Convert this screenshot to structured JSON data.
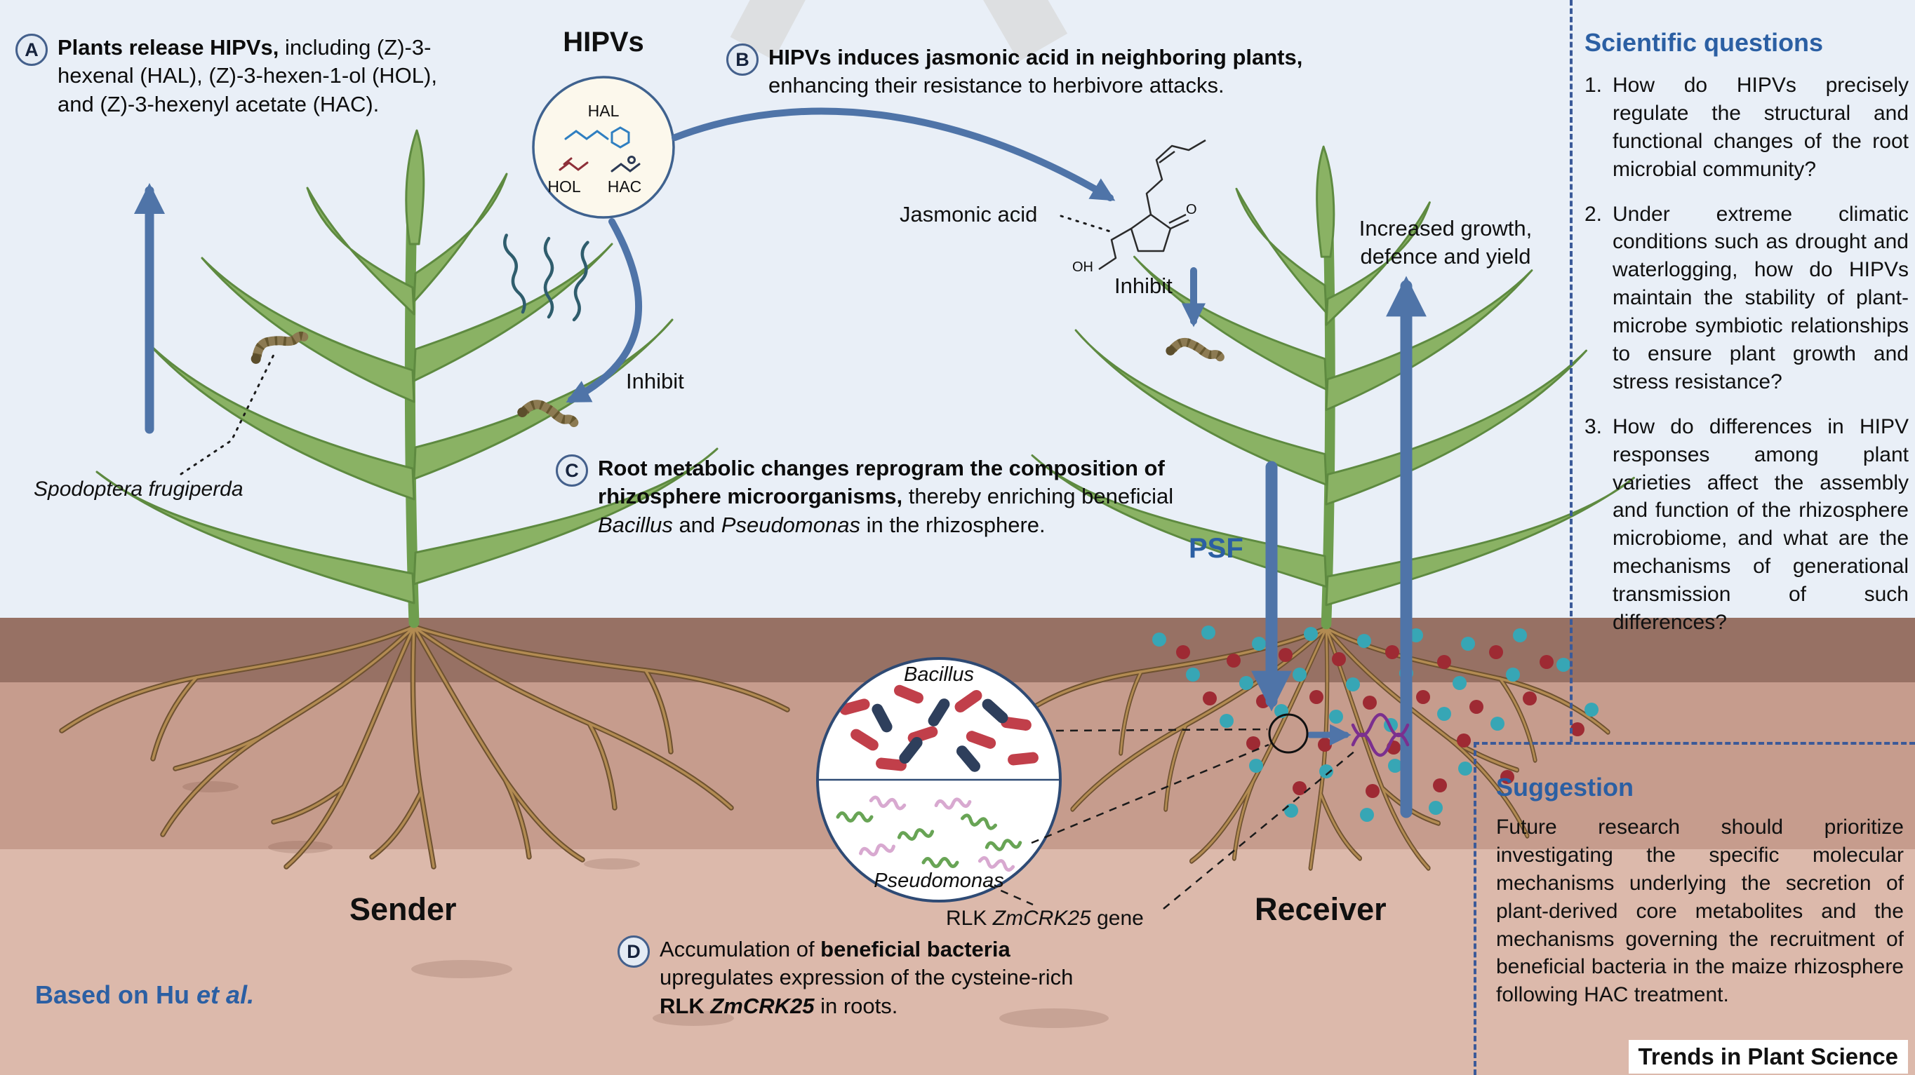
{
  "colors": {
    "sky": "#e9eff7",
    "soil_dark": "#977164",
    "soil_mid": "#c69c8d",
    "soil_light": "#dcb9ab",
    "accent_blue": "#2b5fa3",
    "arrow_blue": "#4f74a8",
    "panel_dash": "#3b5a99",
    "leaf_green": "#8ab264",
    "root_brown": "#b28b52",
    "dot_teal": "#37a6b5",
    "dot_red": "#9e2a33",
    "bacillus_red": "#c13f4a",
    "bacillus_navy": "#2e3f5c",
    "pseudomonas_green": "#68a455",
    "pseudomonas_pink": "#d8a9d0",
    "dna_purple": "#7b2f8f"
  },
  "badges": {
    "a": "A",
    "b": "B",
    "c": "C",
    "d": "D"
  },
  "hipvs": {
    "title": "HIPVs",
    "hal": "HAL",
    "hol": "HOL",
    "hac": "HAC"
  },
  "ann_a": {
    "bold": "Plants release HIPVs,",
    "rest": " including (Z)-3-hexenal (HAL), (Z)-3-hexen-1-ol (HOL), and (Z)-3-hexenyl acetate (HAC)."
  },
  "ann_b": {
    "bold": "HIPVs induces jasmonic acid in neighboring plants,",
    "rest": " enhancing their resistance to herbivore attacks."
  },
  "ann_c": {
    "bold": "Root metabolic changes reprogram the composition of rhizosphere microorganisms,",
    "t1": " thereby enriching beneficial ",
    "i1": "Bacillus",
    "t2": " and ",
    "i2": "Pseudomonas",
    "t3": " in the rhizosphere."
  },
  "ann_d": {
    "t1": "Accumulation of ",
    "b1": "beneficial bacteria",
    "t2": " upregulates expression of the cysteine-rich ",
    "b2": "RLK ",
    "bi": "ZmCRK25",
    "t3": " in roots."
  },
  "labels": {
    "jasmonic_acid": "Jasmonic acid",
    "inhibit_left": "Inhibit",
    "inhibit_right": "Inhibit",
    "increased": "Increased growth, defence and yield",
    "psf": "PSF",
    "bacillus": "Bacillus",
    "pseudomonas": "Pseudomonas",
    "sender": "Sender",
    "receiver": "Receiver",
    "spodoptera": "Spodoptera frugiperda",
    "rlk_t1": "RLK ",
    "rlk_i": "ZmCRK25",
    "rlk_t2": " gene",
    "based_t1": "Based on Hu ",
    "based_i": "et al.",
    "mol_o": "O",
    "mol_oh": "OH"
  },
  "panel": {
    "title": "Scientific questions",
    "questions": [
      {
        "num": "1.",
        "text": "How do HIPVs precisely regulate the structural and functional changes of the root microbial community?"
      },
      {
        "num": "2.",
        "text": "Under extreme climatic conditions such as drought and waterlogging, how do HIPVs maintain the stability of plant-microbe symbiotic relationships to ensure plant growth and stress resistance?"
      },
      {
        "num": "3.",
        "text": "How do differences in HIPV responses among plant varieties affect the assembly and function of the rhizosphere microbiome, and what are the mechanisms of generational transmission of such differences?"
      }
    ]
  },
  "suggestion": {
    "title": "Suggestion",
    "text": "Future research should prioritize investigating the specific molecular mechanisms underlying the secretion of plant-derived core metabolites and the mechanisms governing the recruitment of beneficial bacteria in the maize rhizosphere following HAC treatment."
  },
  "journal": "Trends in Plant Science"
}
